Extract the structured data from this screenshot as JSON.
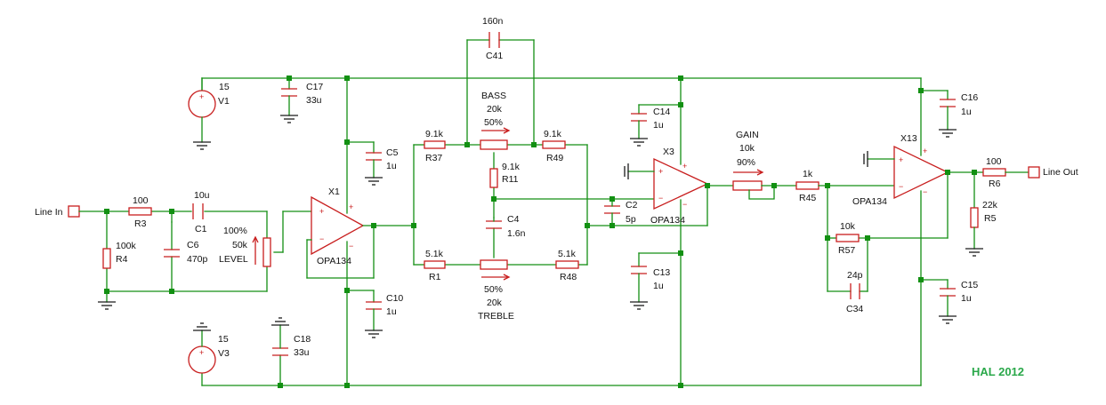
{
  "author_mark": "HAL 2012",
  "colors": {
    "wire": "#148f14",
    "component": "#c81e1e",
    "junction": "#129012",
    "label": "#111111",
    "author": "#2aa84a"
  },
  "ports": {
    "input": "Line In",
    "output": "Line Out"
  },
  "sources": {
    "V1": {
      "value": "15",
      "ref": "V1"
    },
    "V3": {
      "value": "15",
      "ref": "V3"
    }
  },
  "opamps": {
    "X1": {
      "ref": "X1",
      "model": "OPA134"
    },
    "X3": {
      "ref": "X3",
      "model": "OPA134"
    },
    "X13": {
      "ref": "X13",
      "model": "OPA134"
    }
  },
  "resistors": {
    "R3": {
      "value": "100",
      "ref": "R3"
    },
    "R4": {
      "value": "100k",
      "ref": "R4"
    },
    "R37": {
      "value": "9.1k",
      "ref": "R37"
    },
    "R49": {
      "value": "9.1k",
      "ref": "R49"
    },
    "R11": {
      "value": "9.1k",
      "ref": "R11"
    },
    "R1": {
      "value": "5.1k",
      "ref": "R1"
    },
    "R48": {
      "value": "5.1k",
      "ref": "R48"
    },
    "R45": {
      "value": "1k",
      "ref": "R45"
    },
    "R57": {
      "value": "10k",
      "ref": "R57"
    },
    "R6": {
      "value": "100",
      "ref": "R6"
    },
    "R5": {
      "value": "22k",
      "ref": "R5"
    }
  },
  "capacitors": {
    "C1": {
      "value": "10u",
      "ref": "C1"
    },
    "C6": {
      "value": "470p",
      "ref": "C6"
    },
    "C17": {
      "value": "33u",
      "ref": "C17"
    },
    "C18": {
      "value": "33u",
      "ref": "C18"
    },
    "C5": {
      "value": "1u",
      "ref": "C5"
    },
    "C10": {
      "value": "1u",
      "ref": "C10"
    },
    "C41": {
      "value": "160n",
      "ref": "C41"
    },
    "C4": {
      "value": "1.6n",
      "ref": "C4"
    },
    "C14": {
      "value": "1u",
      "ref": "C14"
    },
    "C13": {
      "value": "1u",
      "ref": "C13"
    },
    "C2": {
      "value": "5p",
      "ref": "C2"
    },
    "C16": {
      "value": "1u",
      "ref": "C16"
    },
    "C15": {
      "value": "1u",
      "ref": "C15"
    },
    "C34": {
      "value": "24p",
      "ref": "C34"
    }
  },
  "potentiometers": {
    "level": {
      "setting": "100%",
      "value": "50k",
      "name": "LEVEL"
    },
    "bass": {
      "name": "BASS",
      "value": "20k",
      "setting": "50%"
    },
    "treble": {
      "name": "TREBLE",
      "value": "20k",
      "setting": "50%"
    },
    "gain": {
      "name": "GAIN",
      "value": "10k",
      "setting": "90%"
    }
  },
  "polarity": {
    "plus": "+",
    "minus": "−"
  }
}
